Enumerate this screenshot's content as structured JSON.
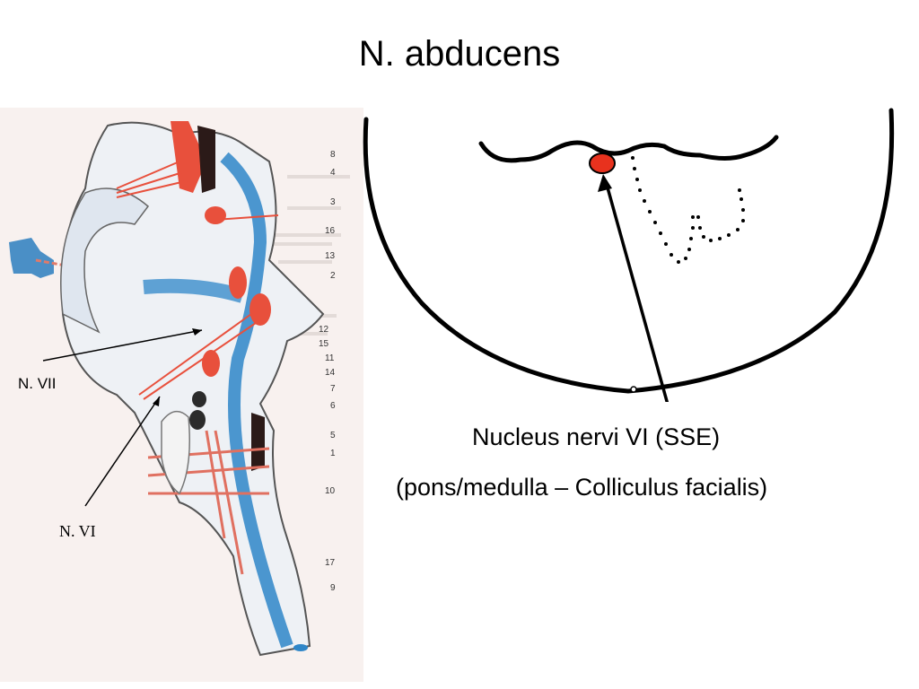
{
  "title": "N. abducens",
  "left_figure": {
    "labels": {
      "n_vii": "N. VII",
      "n_vi": "N. VI"
    },
    "numbers": [
      "8",
      "4",
      "3",
      "16",
      "13",
      "2",
      "12",
      "15",
      "11",
      "14",
      "7",
      "6",
      "5",
      "1",
      "10",
      "17",
      "9"
    ]
  },
  "right_figure": {
    "nucleus_color": "#e8321e"
  },
  "captions": {
    "line1": "Nucleus nervi VI (SSE)",
    "line2": "(pons/medulla – Colliculus facialis)"
  }
}
